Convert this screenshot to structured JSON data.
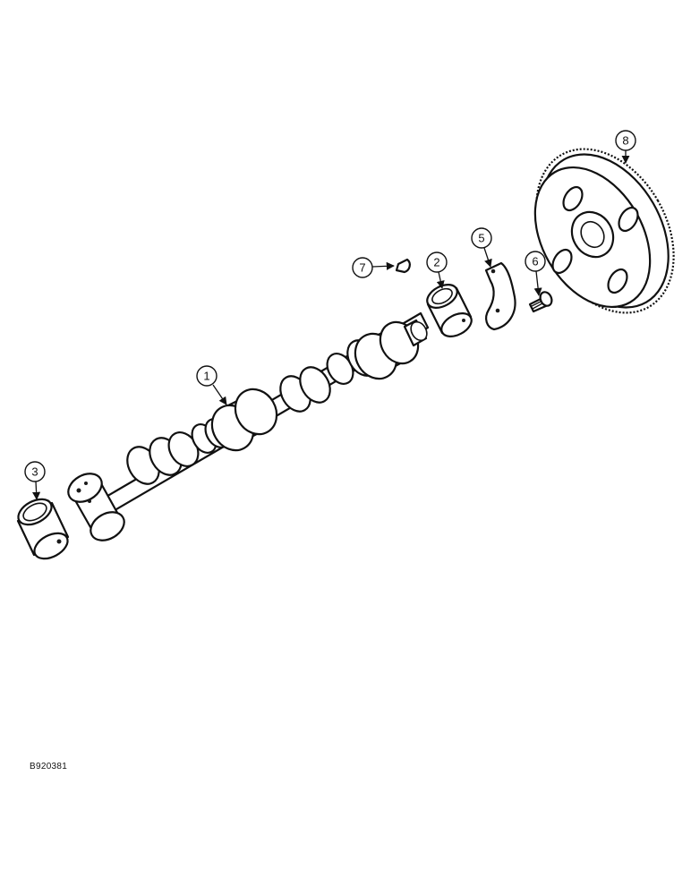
{
  "figure_id": "B920381",
  "callouts": [
    {
      "id": "callout-1",
      "label": "1"
    },
    {
      "id": "callout-2",
      "label": "2"
    },
    {
      "id": "callout-3",
      "label": "3"
    },
    {
      "id": "callout-5",
      "label": "5"
    },
    {
      "id": "callout-6",
      "label": "6"
    },
    {
      "id": "callout-7",
      "label": "7"
    },
    {
      "id": "callout-8",
      "label": "8"
    }
  ]
}
